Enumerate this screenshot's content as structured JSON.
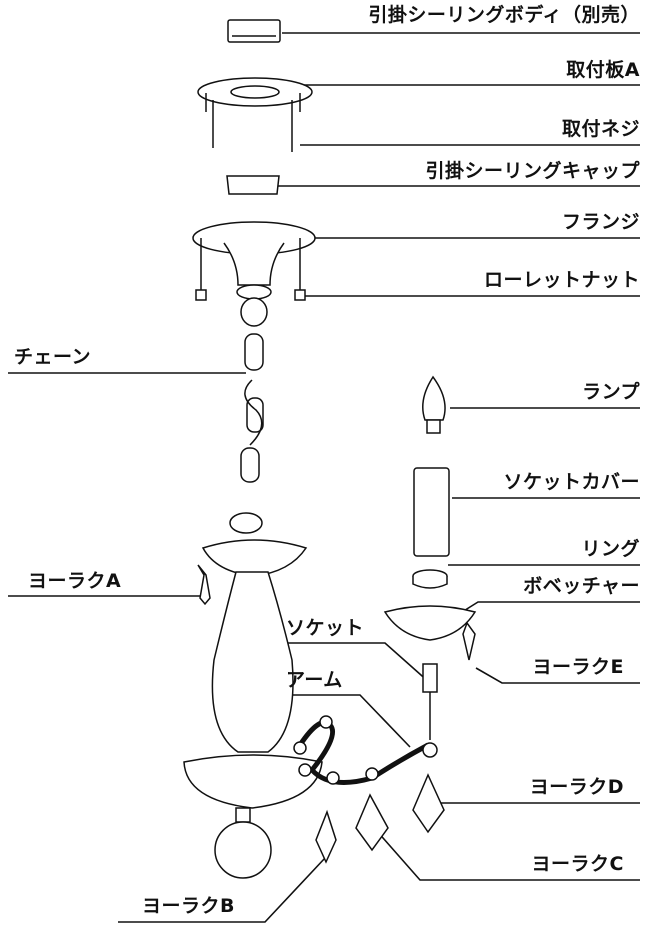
{
  "labels": {
    "ceiling_body": "引掛シーリングボディ（別売）",
    "mount_plate_a": "取付板A",
    "mount_screw": "取付ネジ",
    "ceiling_cap": "引掛シーリングキャップ",
    "flange": "フランジ",
    "knurled_nut": "ローレットナット",
    "chain": "チェーン",
    "lamp": "ランプ",
    "socket_cover": "ソケットカバー",
    "ring": "リング",
    "bobeche": "ボベッチャー",
    "crystal_a": "ヨーラクA",
    "socket": "ソケット",
    "crystal_e": "ヨーラクE",
    "arm": "アーム",
    "crystal_d": "ヨーラクD",
    "crystal_c": "ヨーラクC",
    "crystal_b": "ヨーラクB"
  }
}
